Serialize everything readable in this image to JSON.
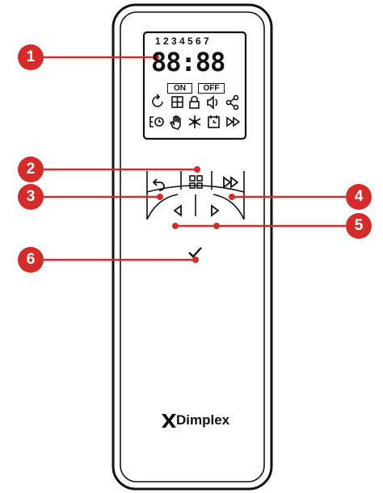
{
  "lcd": {
    "day_numbers": "1 2 3 4 5 6 7",
    "clock": "88:88",
    "on_label": "ON",
    "off_label": "OFF",
    "status_icons_row1": [
      "rotate-icon",
      "grid-icon",
      "lock-icon",
      "speaker-icon",
      "share-icon"
    ],
    "status_icons_row2": [
      "eco-clock-icon",
      "hand-icon",
      "snowflake-icon",
      "calendar-clock-icon",
      "fast-forward-icon"
    ]
  },
  "buttons": {
    "back": "back-arrow-icon",
    "menu": "menu-grid-icon",
    "forward": "fast-forward-icon",
    "left": "left-triangle-icon",
    "right": "right-triangle-icon",
    "confirm": "checkmark-icon"
  },
  "callouts": [
    "1",
    "2",
    "3",
    "4",
    "5",
    "6"
  ],
  "brand": "Dimplex",
  "colors": {
    "callout": "#d42b2b",
    "outline": "#111111"
  }
}
